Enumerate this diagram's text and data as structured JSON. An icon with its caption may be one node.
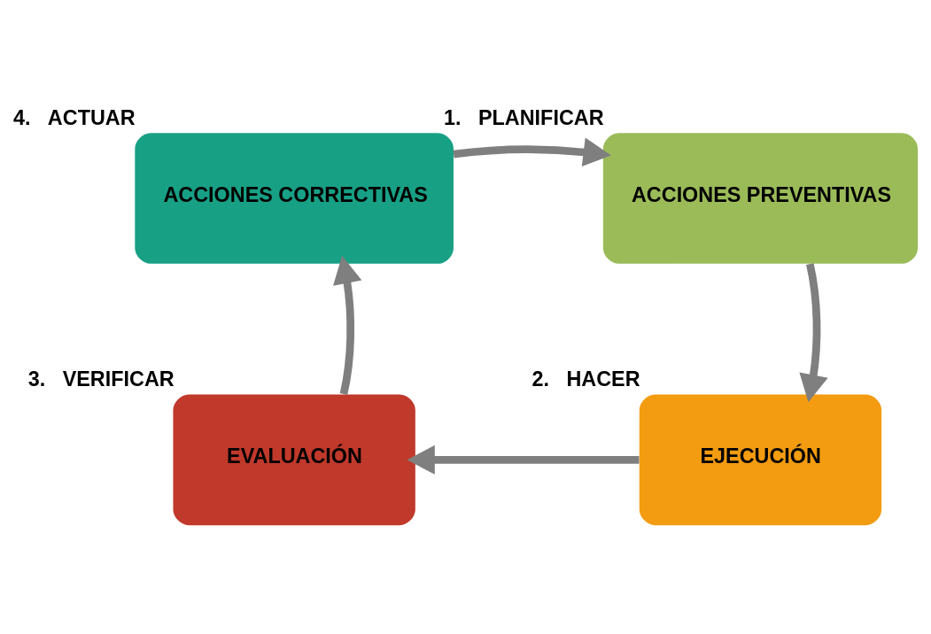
{
  "diagram": {
    "nodes": [
      {
        "text": [
          "ACCIONES CORRECTIVAS"
        ],
        "beside": [
          "4.   ACTUAR"
        ]
      },
      {
        "text": [
          "ACCIONES PREVENTIVAS"
        ],
        "beside": [
          "1.   PLANIFICAR"
        ]
      },
      {
        "text": [
          "EVALUACIÓN"
        ],
        "beside": [
          "3.   VERIFICAR"
        ]
      },
      {
        "text": [
          "EJECUCIÓN"
        ],
        "beside": [
          "2.   HACER"
        ]
      }
    ],
    "edges": [
      {
        "from": 1,
        "to": 3,
        "arrow": "to"
      },
      {
        "from": 3,
        "to": 2,
        "arrow": "to"
      },
      {
        "from": 2,
        "to": 0,
        "arrow": "to"
      },
      {
        "from": 0,
        "to": 1,
        "arrow": "to"
      }
    ]
  }
}
